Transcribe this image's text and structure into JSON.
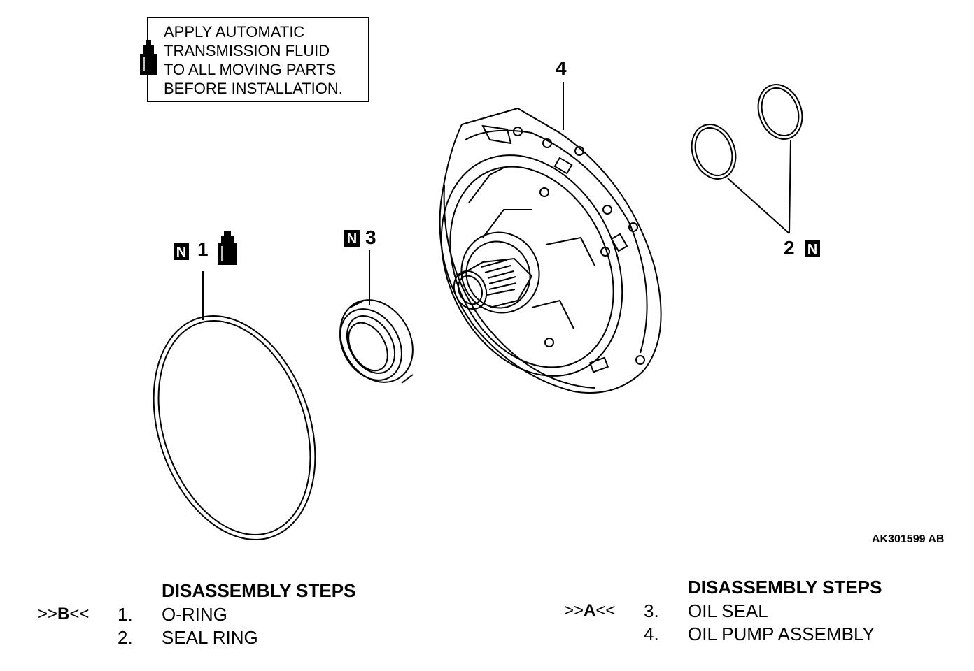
{
  "note": {
    "lines": [
      "APPLY AUTOMATIC",
      "TRANSMISSION FLUID",
      "TO ALL MOVING PARTS",
      "BEFORE INSTALLATION."
    ],
    "icon": "fluid-bottle-icon"
  },
  "callouts": {
    "item1": "1",
    "item2": "2",
    "item3": "3",
    "item4": "4",
    "new_part_mark": "N"
  },
  "figure_code": "AK301599 AB",
  "steps_left": {
    "title": "DISASSEMBLY STEPS",
    "ref": ">>B<<",
    "ref_prefix": ">>",
    "ref_letter": "B",
    "ref_suffix": "<<",
    "items": [
      {
        "num": "1.",
        "text": "O-RING"
      },
      {
        "num": "2.",
        "text": "SEAL RING"
      }
    ]
  },
  "steps_right": {
    "title": "DISASSEMBLY STEPS",
    "ref_prefix": ">>",
    "ref_letter": "A",
    "ref_suffix": "<<",
    "items": [
      {
        "num": "3.",
        "text": "OIL SEAL"
      },
      {
        "num": "4.",
        "text": "OIL PUMP ASSEMBLY"
      }
    ]
  }
}
